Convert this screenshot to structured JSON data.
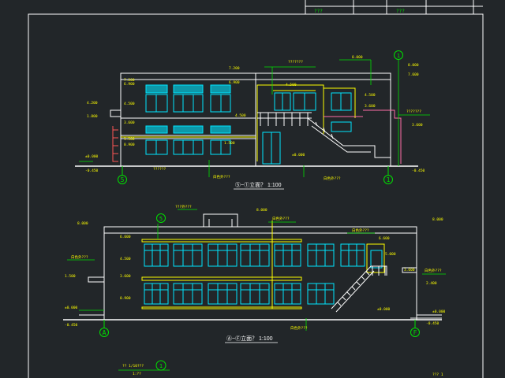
{
  "drawing": {
    "background": "#222629",
    "line_color": "#ffffff",
    "glass_color": "#00e5ff",
    "dim_color": "#00e000",
    "highlight_color": "#ffff00",
    "accent_color": "#ff6fa8"
  },
  "title_block": {
    "cell_1": "???",
    "cell_2": "???"
  },
  "rear_elevation": {
    "title": "⑤~①立面？ 1:100",
    "axis_left": "5",
    "axis_right": "1",
    "levels_left": [
      "7.200",
      "6.900",
      "4.500",
      "4.200",
      "3.600",
      "1.800",
      "1.500",
      "0.900",
      "±0.000",
      "-0.450"
    ],
    "levels_right": [
      "8.000",
      "7.600",
      "4.500",
      "3.600",
      "-0.450"
    ],
    "notes": [
      "???????",
      "白色外???",
      "白色外???",
      "???????",
      "??????",
      "白色外???"
    ]
  },
  "front_elevation": {
    "title": "Ⓐ~Ⓕ立面？ 1:100",
    "axis_left": "A",
    "axis_right": "F",
    "axis_top": "5",
    "levels_left": [
      "8.000",
      "6.600",
      "4.500",
      "3.600",
      "1.500",
      "0.900",
      "±0.000",
      "-0.450"
    ],
    "levels_right": [
      "8.000",
      "6.600",
      "5.000",
      "3.600",
      "2.400",
      "-0.450"
    ],
    "notes": [
      "???外???",
      "白色外???",
      "白色外???",
      "白色外???",
      "白色外???"
    ]
  },
  "detail": {
    "label": "??? 1",
    "lines": [
      "?? 1/10???",
      "1:??"
    ],
    "axis": "1"
  }
}
